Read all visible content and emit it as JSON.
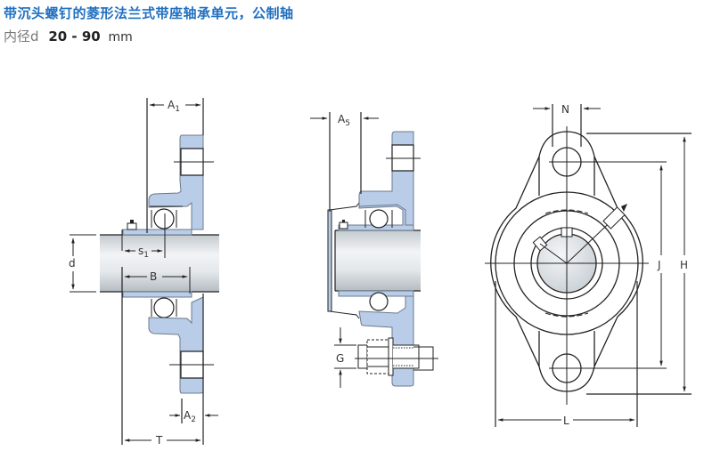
{
  "header": {
    "title": "带沉头螺钉的菱形法兰式带座轴承单元，公制轴",
    "bore_label": "内径d",
    "bore_range": "20 - 90",
    "bore_unit": "mm"
  },
  "diagram": {
    "colors": {
      "housing": "#b9cde8",
      "shaft_light": "#eef1f4",
      "shaft_dark": "#b8bec4",
      "line": "#222222",
      "title": "#1f6fc0"
    },
    "views": [
      {
        "name": "side-section-view",
        "labels": {
          "A1": "A",
          "A1_sub": "1",
          "A2": "A",
          "A2_sub": "2",
          "s1": "s",
          "s1_sub": "1",
          "B": "B",
          "d": "d",
          "T": "T"
        }
      },
      {
        "name": "side-section-view-with-bolt",
        "labels": {
          "A5": "A",
          "A5_sub": "5",
          "G": "G"
        }
      },
      {
        "name": "front-view",
        "labels": {
          "N": "N",
          "J": "J",
          "H": "H",
          "L": "L"
        }
      }
    ]
  }
}
